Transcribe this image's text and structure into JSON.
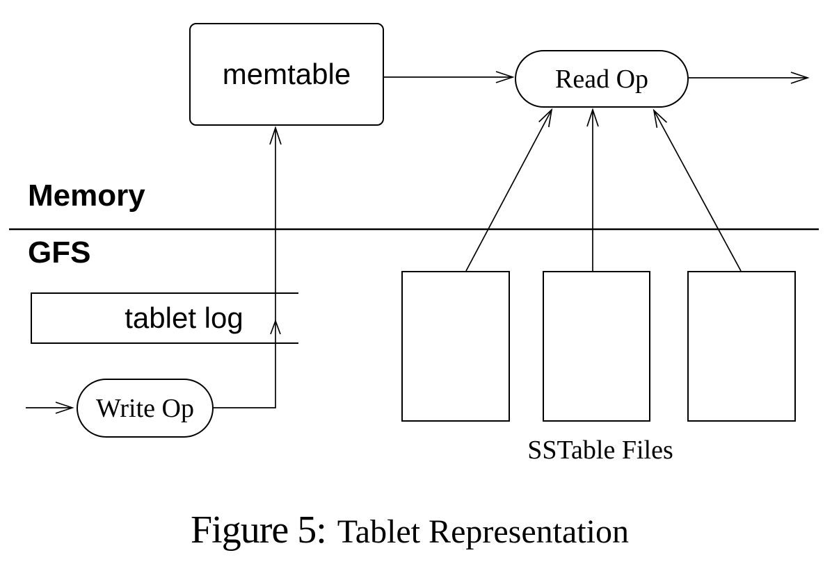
{
  "figure": {
    "regions": {
      "memory": "Memory",
      "gfs": "GFS"
    },
    "nodes": {
      "memtable": "memtable",
      "read_op": "Read Op",
      "tablet_log": "tablet log",
      "write_op": "Write Op"
    },
    "labels": {
      "sstable_files": "SSTable Files"
    },
    "caption": {
      "label": "Figure 5:",
      "title": "Tablet Representation"
    },
    "colors": {
      "ink": "#000000",
      "background": "#ffffff"
    }
  }
}
